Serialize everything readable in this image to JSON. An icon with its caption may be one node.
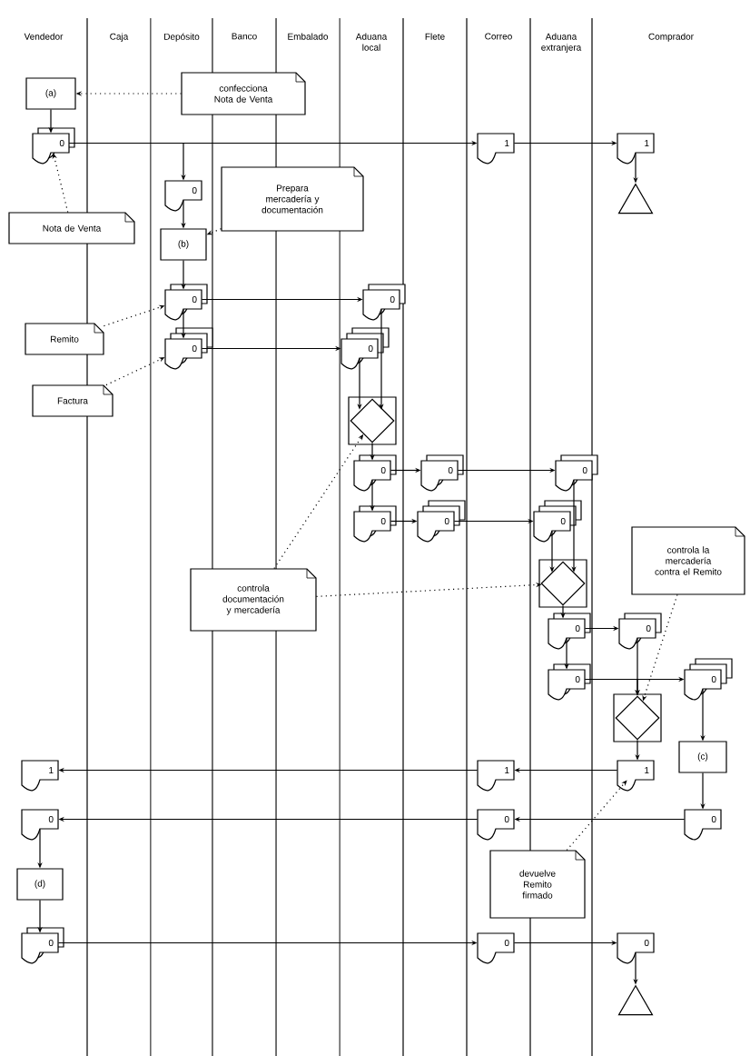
{
  "diagram": {
    "nodes": [
      {
        "text": [
          "(a)"
        ]
      },
      {
        "text": [
          "confecciona Nota de Venta"
        ]
      },
      {
        "text": [
          "0"
        ]
      },
      {
        "text": [
          "1"
        ]
      },
      {
        "text": [
          "1"
        ]
      },
      {
        "text": [],
        "shape": "triangle"
      },
      {
        "text": [
          "0"
        ]
      },
      {
        "text": [
          "Prepara mercadería y documentación"
        ]
      },
      {
        "text": [
          "Nota de Venta"
        ]
      },
      {
        "text": [
          "(b)"
        ]
      },
      {
        "text": [
          "0"
        ]
      },
      {
        "text": [
          "0"
        ]
      },
      {
        "text": [
          "Remito"
        ]
      },
      {
        "text": [
          "0"
        ]
      },
      {
        "text": [
          "0"
        ]
      },
      {
        "text": [
          "Factura"
        ]
      },
      {
        "text": [],
        "shape": "diamond"
      },
      {
        "text": [
          "0"
        ]
      },
      {
        "text": [
          "0"
        ]
      },
      {
        "text": [
          "0"
        ]
      },
      {
        "text": [
          "0"
        ]
      },
      {
        "text": [
          "0"
        ]
      },
      {
        "text": [
          "0"
        ]
      },
      {
        "text": [
          "controla la mercadería contra el Remito"
        ]
      },
      {
        "text": [
          "controla documentación y mercadería"
        ]
      },
      {
        "text": [],
        "shape": "diamond"
      },
      {
        "text": [
          "0"
        ]
      },
      {
        "text": [
          "0"
        ]
      },
      {
        "text": [
          "0"
        ]
      },
      {
        "text": [
          "0"
        ]
      },
      {
        "text": [],
        "shape": "diamond"
      },
      {
        "text": [
          "(c)"
        ]
      },
      {
        "text": [
          "1"
        ]
      },
      {
        "text": [
          "1"
        ]
      },
      {
        "text": [
          "1"
        ]
      },
      {
        "text": [
          "0"
        ]
      },
      {
        "text": [
          "0"
        ]
      },
      {
        "text": [
          "0"
        ]
      },
      {
        "text": [
          "devuelve Remito firmado"
        ]
      },
      {
        "text": [
          "(d)"
        ]
      },
      {
        "text": [
          "0"
        ]
      },
      {
        "text": [
          "0"
        ]
      },
      {
        "text": [
          "0"
        ]
      },
      {
        "text": [],
        "shape": "triangle"
      }
    ],
    "edges": [
      {
        "from": 1,
        "to": 0,
        "arrow": "to",
        "style": "dashed"
      },
      {
        "from": 0,
        "to": 2,
        "arrow": "to"
      },
      {
        "from": 2,
        "to": 3,
        "arrow": "to"
      },
      {
        "from": 3,
        "to": 4,
        "arrow": "to"
      },
      {
        "from": 4,
        "to": 5,
        "arrow": "to"
      },
      {
        "from": 2,
        "to": 6,
        "arrow": "to"
      },
      {
        "from": 8,
        "to": 2,
        "arrow": "to",
        "style": "dashed"
      },
      {
        "from": 6,
        "to": 9,
        "arrow": "to"
      },
      {
        "from": 7,
        "to": 9,
        "arrow": "to",
        "style": "dashed"
      },
      {
        "from": 9,
        "to": 10,
        "arrow": "to"
      },
      {
        "from": 10,
        "to": 13,
        "arrow": "to"
      },
      {
        "from": 10,
        "to": 11,
        "arrow": "to"
      },
      {
        "from": 13,
        "to": 14,
        "arrow": "to"
      },
      {
        "from": 12,
        "to": 10,
        "arrow": "to",
        "style": "dashed"
      },
      {
        "from": 15,
        "to": 13,
        "arrow": "to",
        "style": "dashed"
      },
      {
        "from": 11,
        "to": 16,
        "arrow": "to"
      },
      {
        "from": 14,
        "to": 16,
        "arrow": "to"
      },
      {
        "from": 16,
        "to": 17,
        "arrow": "to"
      },
      {
        "from": 17,
        "to": 18,
        "arrow": "to"
      },
      {
        "from": 18,
        "to": 19,
        "arrow": "to"
      },
      {
        "from": 17,
        "to": 20,
        "arrow": "to"
      },
      {
        "from": 20,
        "to": 21,
        "arrow": "to"
      },
      {
        "from": 21,
        "to": 22,
        "arrow": "to"
      },
      {
        "from": 19,
        "to": 25,
        "arrow": "to"
      },
      {
        "from": 22,
        "to": 25,
        "arrow": "to"
      },
      {
        "from": 24,
        "to": 16,
        "arrow": "to",
        "style": "dashed"
      },
      {
        "from": 24,
        "to": 25,
        "arrow": "to",
        "style": "dashed"
      },
      {
        "from": 23,
        "to": 30,
        "arrow": "to",
        "style": "dashed"
      },
      {
        "from": 25,
        "to": 26,
        "arrow": "to"
      },
      {
        "from": 26,
        "to": 27,
        "arrow": "to"
      },
      {
        "from": 26,
        "to": 28,
        "arrow": "to"
      },
      {
        "from": 27,
        "to": 30,
        "arrow": "to"
      },
      {
        "from": 28,
        "to": 30,
        "arrow": "to"
      },
      {
        "from": 28,
        "to": 29,
        "arrow": "to"
      },
      {
        "from": 29,
        "to": 31,
        "arrow": "to"
      },
      {
        "from": 30,
        "to": 34,
        "arrow": "to"
      },
      {
        "from": 34,
        "to": 33,
        "arrow": "to"
      },
      {
        "from": 33,
        "to": 32,
        "arrow": "to"
      },
      {
        "from": 31,
        "to": 37,
        "arrow": "to"
      },
      {
        "from": 37,
        "to": 36,
        "arrow": "to"
      },
      {
        "from": 36,
        "to": 35,
        "arrow": "to"
      },
      {
        "from": 35,
        "to": 39,
        "arrow": "to"
      },
      {
        "from": 39,
        "to": 40,
        "arrow": "to"
      },
      {
        "from": 40,
        "to": 41,
        "arrow": "to"
      },
      {
        "from": 41,
        "to": 42,
        "arrow": "to"
      },
      {
        "from": 42,
        "to": 43,
        "arrow": "to"
      },
      {
        "from": 38,
        "to": 34,
        "arrow": "to",
        "style": "dashed"
      }
    ],
    "labels": [
      "Vendedor",
      "Caja",
      "Depósito",
      "Banco",
      "Embalado",
      "Aduana local",
      "Flete",
      "Correo",
      "Aduana extranjera",
      "Comprador"
    ]
  }
}
